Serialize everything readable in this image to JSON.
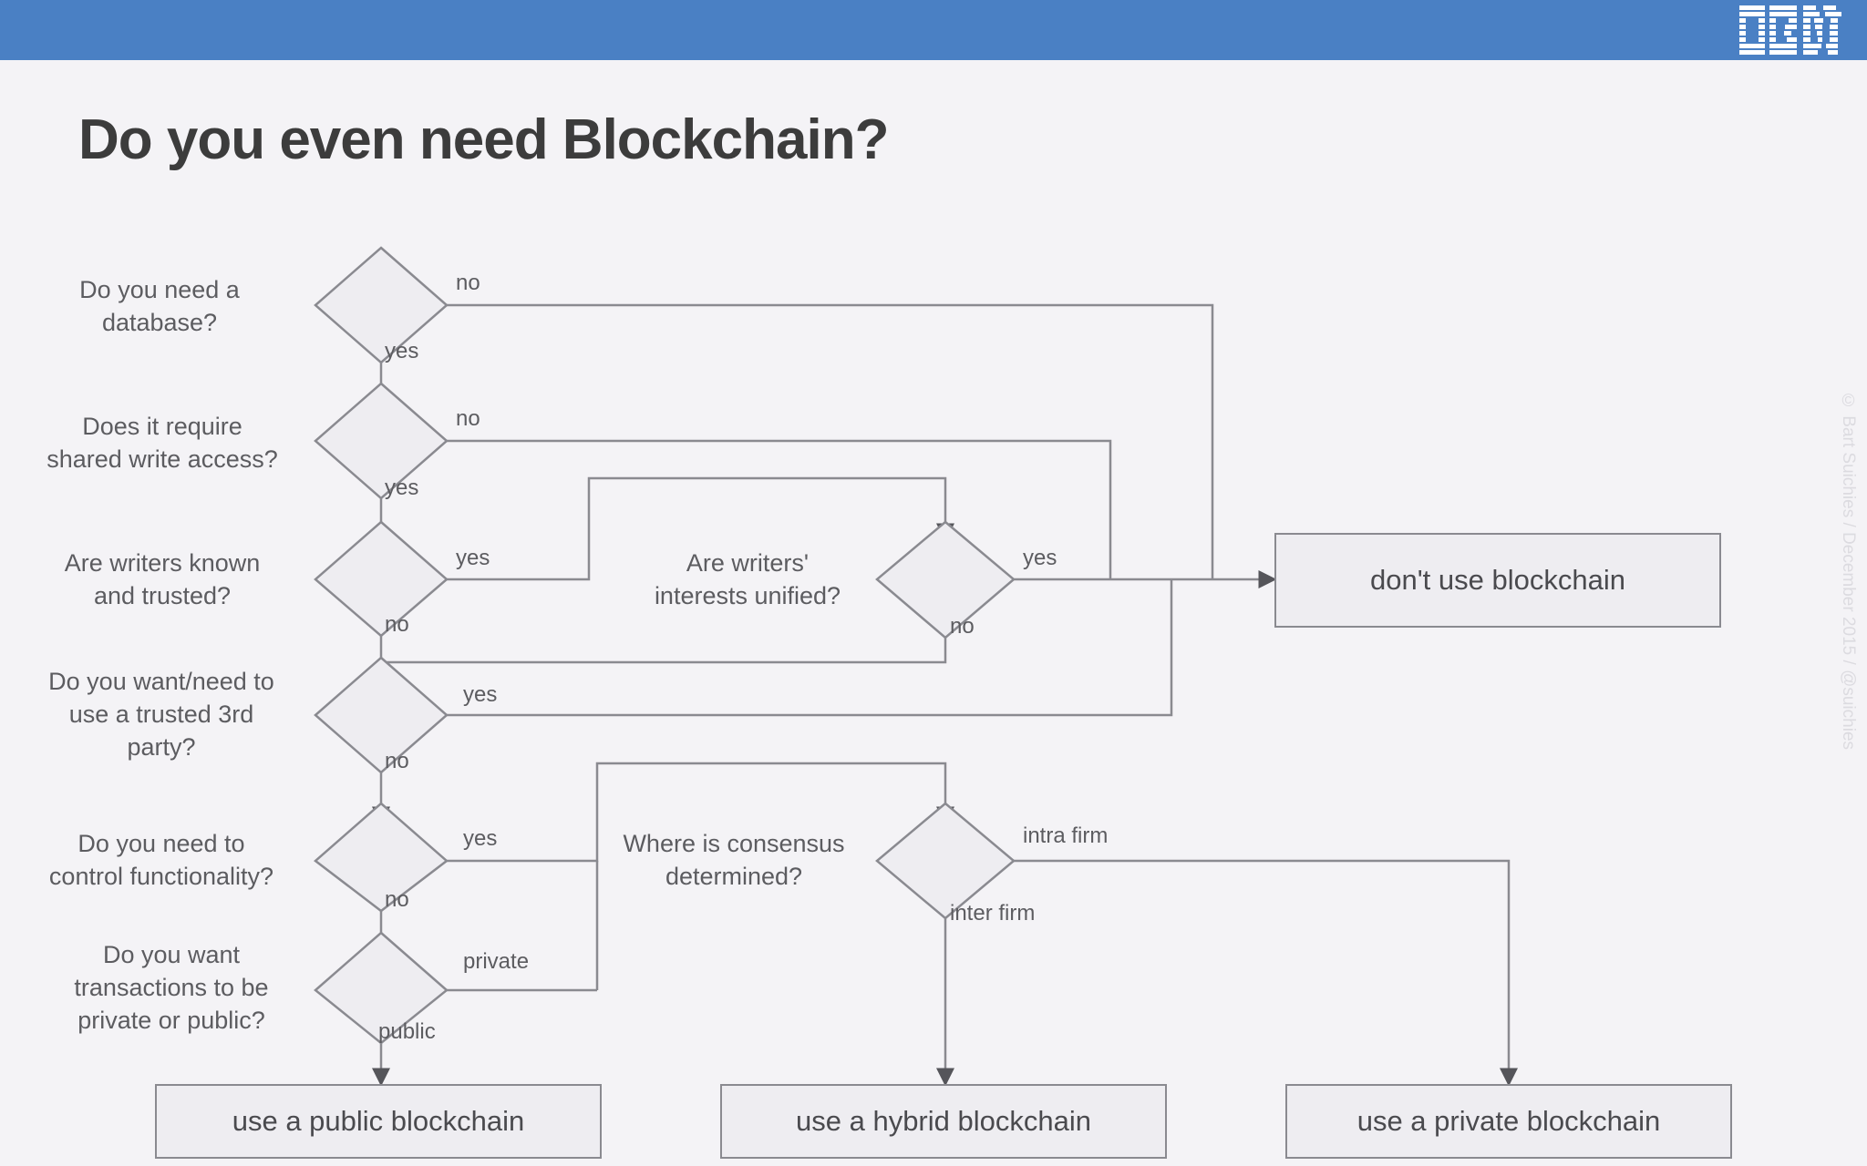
{
  "header": {
    "brand": "IBM",
    "logo_icon": "ibm-logo-icon",
    "bar_color": "#4a80c4"
  },
  "page": {
    "title": "Do you even need Blockchain?",
    "background": "#f4f3f6",
    "credit": "© Bart Suichies / December 2015 / @suichies"
  },
  "chart_data": {
    "type": "diagram",
    "diagram_kind": "decision-flowchart",
    "title": "Do you even need Blockchain?",
    "node_fill": "#eeedf1",
    "node_stroke": "#8a8a90",
    "edge_color": "#8a8a90",
    "nodes": [
      {
        "id": "q1",
        "shape": "diamond",
        "label": "Do you need a\ndatabase?"
      },
      {
        "id": "q2",
        "shape": "diamond",
        "label": "Does it require\nshared write access?"
      },
      {
        "id": "q3",
        "shape": "diamond",
        "label": "Are writers known\nand trusted?"
      },
      {
        "id": "q4",
        "shape": "diamond",
        "label": "Are writers'\ninterests unified?"
      },
      {
        "id": "q5",
        "shape": "diamond",
        "label": "Do you want/need to\nuse a trusted 3rd\nparty?"
      },
      {
        "id": "q6",
        "shape": "diamond",
        "label": "Do you need to\ncontrol functionality?"
      },
      {
        "id": "q7",
        "shape": "diamond",
        "label": "Where is consensus\ndetermined?"
      },
      {
        "id": "q8",
        "shape": "diamond",
        "label": "Do you want\ntransactions to be\nprivate or public?"
      },
      {
        "id": "r1",
        "shape": "box",
        "label": "don't use blockchain"
      },
      {
        "id": "r2",
        "shape": "box",
        "label": "use a public blockchain"
      },
      {
        "id": "r3",
        "shape": "box",
        "label": "use a hybrid blockchain"
      },
      {
        "id": "r4",
        "shape": "box",
        "label": "use a private blockchain"
      }
    ],
    "edges": [
      {
        "from": "q1",
        "to": "r1",
        "label": "no"
      },
      {
        "from": "q1",
        "to": "q2",
        "label": "yes"
      },
      {
        "from": "q2",
        "to": "r1",
        "label": "no"
      },
      {
        "from": "q2",
        "to": "q3",
        "label": "yes"
      },
      {
        "from": "q3",
        "to": "q4",
        "label": "yes"
      },
      {
        "from": "q3",
        "to": "q5",
        "label": "no"
      },
      {
        "from": "q4",
        "to": "r1",
        "label": "yes"
      },
      {
        "from": "q4",
        "to": "q5",
        "label": "no"
      },
      {
        "from": "q5",
        "to": "r1",
        "label": "yes"
      },
      {
        "from": "q5",
        "to": "q6",
        "label": "no"
      },
      {
        "from": "q6",
        "to": "q7",
        "label": "yes"
      },
      {
        "from": "q6",
        "to": "q8",
        "label": "no"
      },
      {
        "from": "q7",
        "to": "r4",
        "label": "intra firm"
      },
      {
        "from": "q7",
        "to": "r3",
        "label": "inter firm"
      },
      {
        "from": "q8",
        "to": "q7",
        "label": "private"
      },
      {
        "from": "q8",
        "to": "r2",
        "label": "public"
      }
    ]
  },
  "labels": {
    "q1": "Do you need a\ndatabase?",
    "q2": "Does it require\nshared write access?",
    "q3": "Are writers known\nand trusted?",
    "q4": "Are writers'\ninterests unified?",
    "q5": "Do you want/need to\nuse a trusted 3rd\nparty?",
    "q6": "Do you need to\ncontrol functionality?",
    "q7": "Where is consensus\ndetermined?",
    "q8": "Do you want\ntransactions to be\nprivate or public?"
  },
  "edge_labels": {
    "e1_no": "no",
    "e1_yes": "yes",
    "e2_no": "no",
    "e2_yes": "yes",
    "e3_yes": "yes",
    "e3_no": "no",
    "e4_yes": "yes",
    "e4_no": "no",
    "e5_yes": "yes",
    "e5_no": "no",
    "e6_yes": "yes",
    "e6_no": "no",
    "e7_intra": "intra firm",
    "e7_inter": "inter firm",
    "e8_private": "private",
    "e8_public": "public"
  },
  "results": {
    "dont_use": "don't use blockchain",
    "public": "use a public blockchain",
    "hybrid": "use a hybrid blockchain",
    "private": "use a private blockchain"
  }
}
